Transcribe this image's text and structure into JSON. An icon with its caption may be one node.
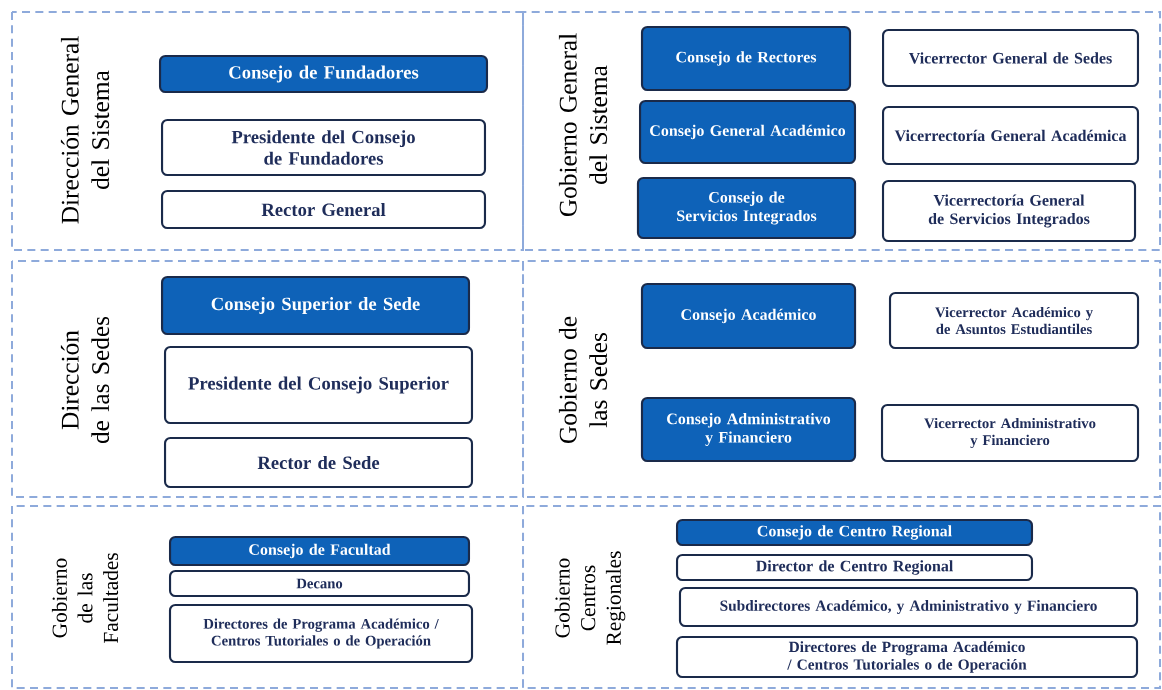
{
  "diagram": {
    "nodes": [
      {
        "text": [
          "Dirección General del Sistema"
        ]
      },
      {
        "text": [
          "Consejo de Fundadores"
        ],
        "in": 0
      },
      {
        "text": [
          "Presidente del Consejo de Fundadores"
        ],
        "in": 0
      },
      {
        "text": [
          "Rector General"
        ],
        "in": 0
      },
      {
        "text": [
          "Gobierno General del Sistema"
        ]
      },
      {
        "text": [
          "Consejo de Rectores"
        ],
        "in": 4
      },
      {
        "text": [
          "Vicerrector General de Sedes"
        ],
        "in": 4
      },
      {
        "text": [
          "Consejo General Académico"
        ],
        "in": 4
      },
      {
        "text": [
          "Vicerrectoría General Académica"
        ],
        "in": 4
      },
      {
        "text": [
          "Consejo de Servicios Integrados"
        ],
        "in": 4
      },
      {
        "text": [
          "Vicerrectoría General de Servicios Integrados"
        ],
        "in": 4
      },
      {
        "text": [
          "Dirección de las Sedes"
        ]
      },
      {
        "text": [
          "Consejo Superior de Sede"
        ],
        "in": 11
      },
      {
        "text": [
          "Presidente del Consejo Superior"
        ],
        "in": 11
      },
      {
        "text": [
          "Rector de Sede"
        ],
        "in": 11
      },
      {
        "text": [
          "Gobierno de las Sedes"
        ]
      },
      {
        "text": [
          "Consejo Académico"
        ],
        "in": 15
      },
      {
        "text": [
          "Vicerrector Académico y de Asuntos Estudiantiles"
        ],
        "in": 15
      },
      {
        "text": [
          "Consejo Administrativo y Financiero"
        ],
        "in": 15
      },
      {
        "text": [
          "Vicerrector Administrativo y Financiero"
        ],
        "in": 15
      },
      {
        "text": [
          "Gobierno de las Facultades"
        ]
      },
      {
        "text": [
          "Consejo de Facultad"
        ],
        "in": 20
      },
      {
        "text": [
          "Decano"
        ],
        "in": 20
      },
      {
        "text": [
          "Directores de Programa Académico / Centros Tutoriales o de Operación"
        ],
        "in": 20
      },
      {
        "text": [
          "Gobierno Centros Regionales"
        ]
      },
      {
        "text": [
          "Consejo de Centro Regional"
        ],
        "in": 24
      },
      {
        "text": [
          "Director de Centro Regional"
        ],
        "in": 24
      },
      {
        "text": [
          "Subdirectores Académico, y Administrativo y Financiero"
        ],
        "in": 24
      },
      {
        "text": [
          "Directores de Programa Académico / Centros Tutoriales o de Operación"
        ],
        "in": 24
      }
    ]
  }
}
